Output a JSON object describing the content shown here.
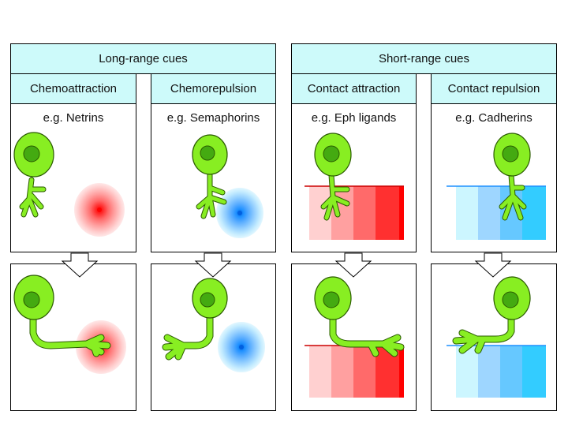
{
  "groups": [
    {
      "label": "Long-range cues"
    },
    {
      "label": "Short-range cues"
    }
  ],
  "columns": [
    {
      "title": "Chemoattraction",
      "example": "e.g. Netrins",
      "cue_color": "#ff0000",
      "cue_kind": "gradient-spot"
    },
    {
      "title": "Chemorepulsion",
      "example": "e.g. Semaphorins",
      "cue_color": "#1e90ff",
      "cue_kind": "gradient-spot"
    },
    {
      "title": "Contact attraction",
      "example": "e.g. Eph ligands",
      "cue_color": "#ff0000",
      "cue_kind": "contact-stripe"
    },
    {
      "title": "Contact repulsion",
      "example": "e.g. Cadherins",
      "cue_color": "#33ccff",
      "cue_kind": "contact-stripe"
    }
  ],
  "colors": {
    "header_fill": "#cdfafa",
    "neuron_body": "#88ee22",
    "neuron_nucleus": "#44aa11",
    "neuron_outline": "#2a5a00",
    "attractant": "#ff0000",
    "repellent": "#1e90ff",
    "contact_repellent": "#33ccff"
  }
}
